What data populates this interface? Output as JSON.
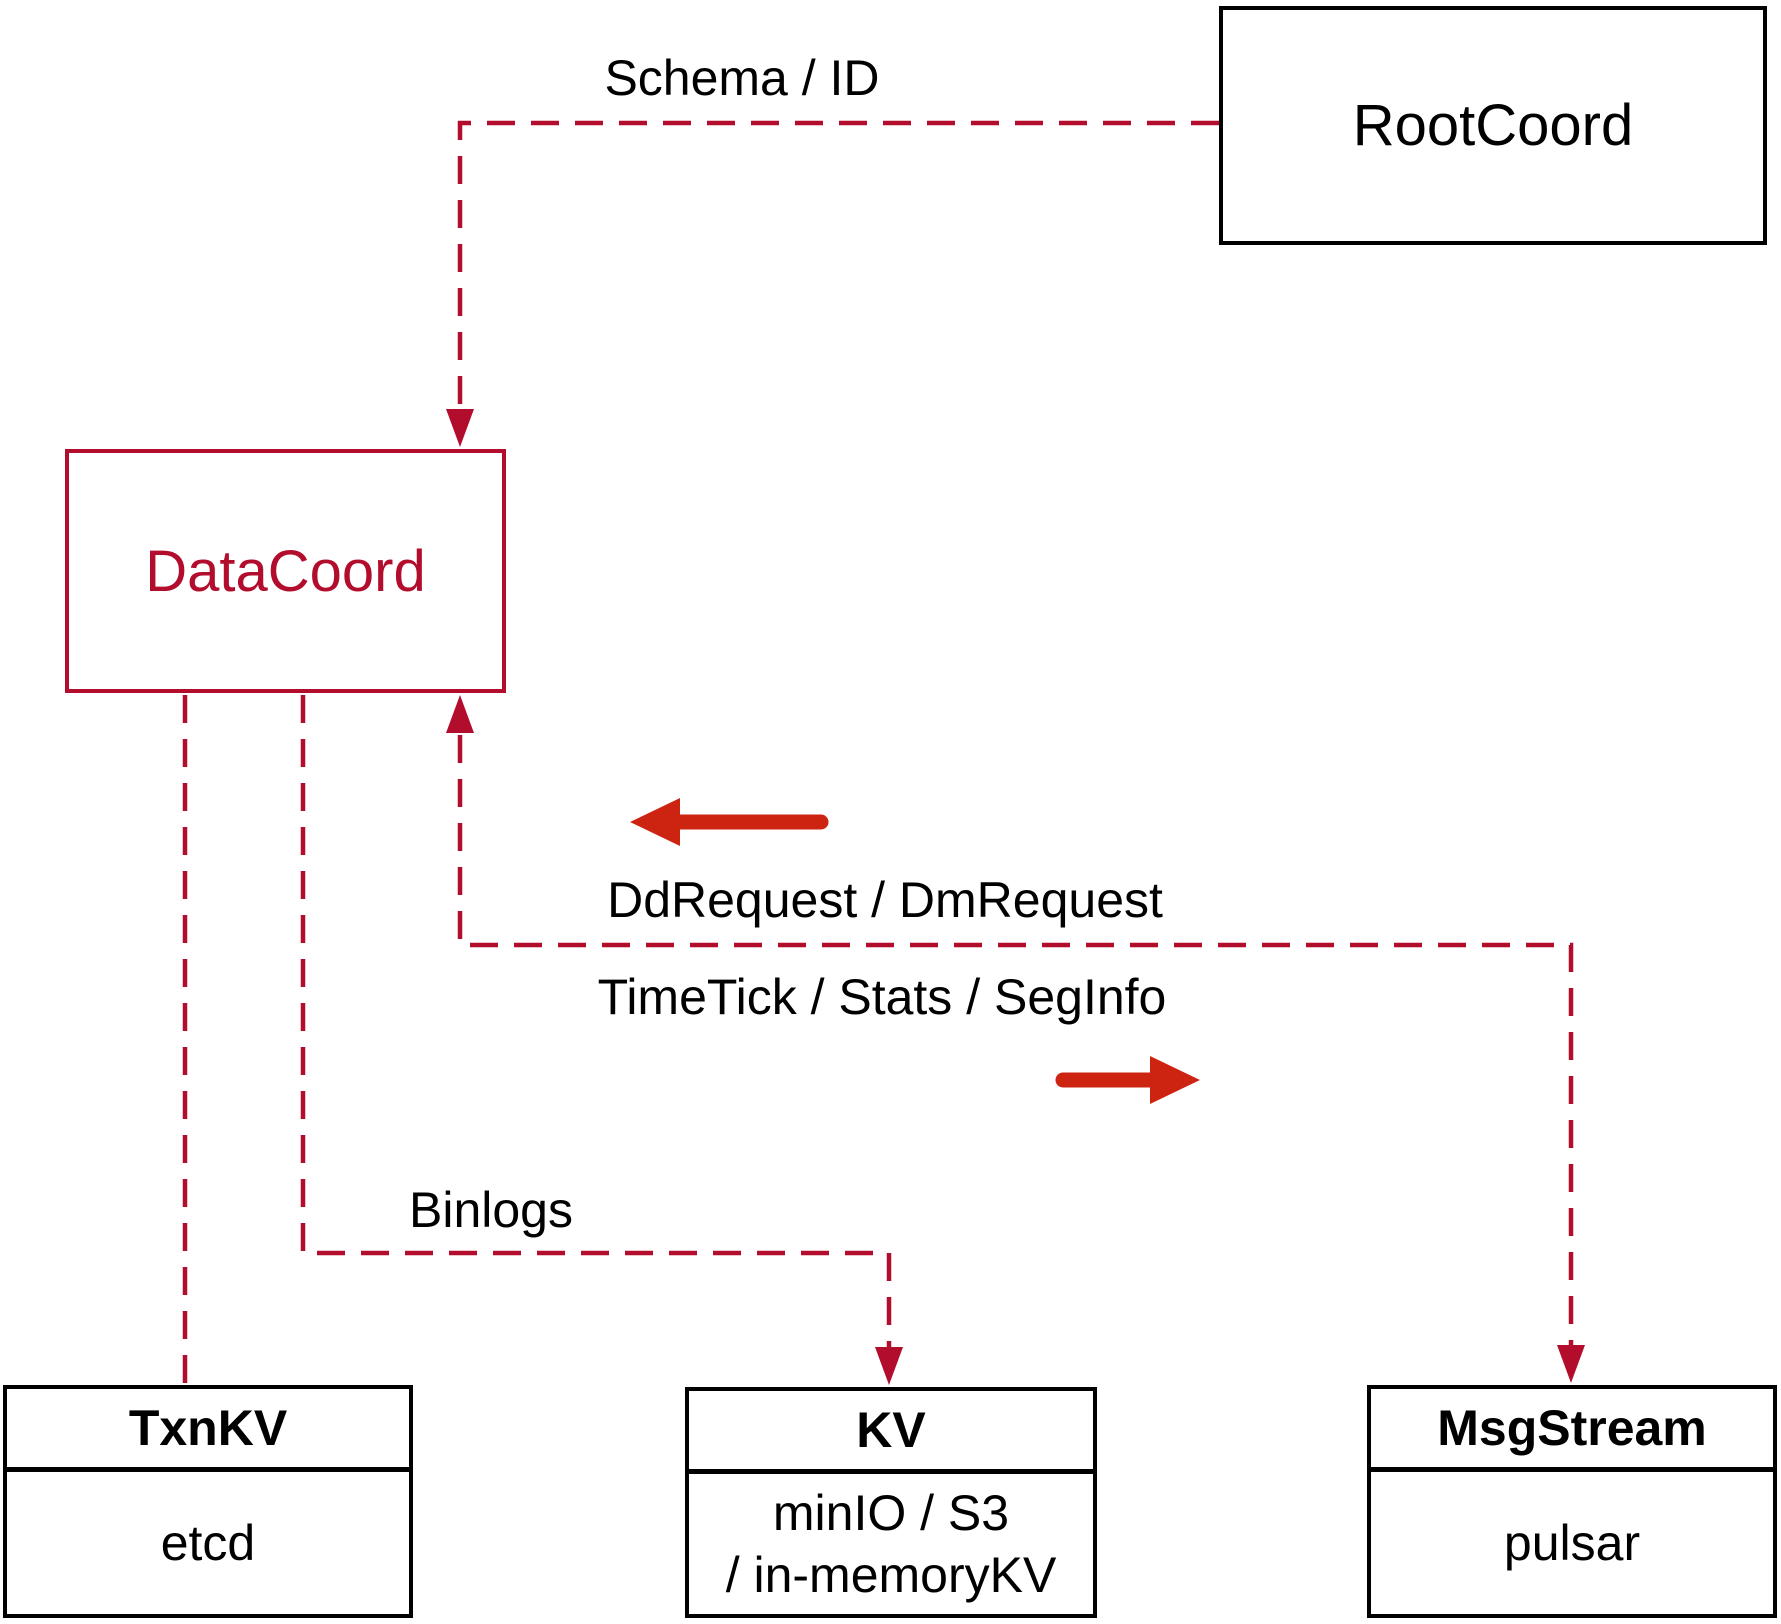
{
  "diagram": {
    "nodes": {
      "rootcoord": {
        "label": "RootCoord"
      },
      "datacoord": {
        "label": "DataCoord"
      },
      "txnkv": {
        "title": "TxnKV",
        "body": "etcd"
      },
      "kv": {
        "title": "KV",
        "body_line1": "minIO / S3",
        "body_line2": "/ in-memoryKV"
      },
      "msgstream": {
        "title": "MsgStream",
        "body": "pulsar"
      }
    },
    "edges": {
      "schema_id": {
        "label": "Schema / ID"
      },
      "dd_dm": {
        "label": "DdRequest / DmRequest"
      },
      "timetick": {
        "label": "TimeTick / Stats / SegInfo"
      },
      "binlogs": {
        "label": "Binlogs"
      }
    },
    "colors": {
      "crimson": "#b30d2e",
      "arrow_red": "#cc2411",
      "black": "#000000",
      "background": "#ffffff"
    }
  }
}
